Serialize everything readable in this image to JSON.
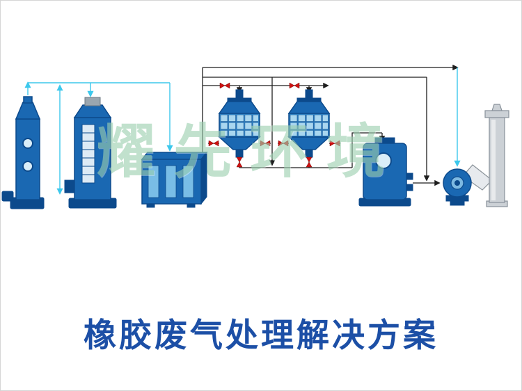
{
  "page": {
    "background": "#ffffff",
    "border_color": "#d5d5d5"
  },
  "watermark": {
    "text": "耀先环境"
  },
  "title": {
    "text": "橡胶废气处理解决方案"
  },
  "colors": {
    "equipment_blue": "#1a68b2",
    "equipment_dark": "#0c4a8c",
    "panel_light": "#79bde6",
    "band_blue": "#2e7fc0",
    "grid_light": "#a9d6ef",
    "pipe_cyan": "#3cc8ec",
    "pipe_black": "#1e1e1e",
    "valve_red": "#cf1111",
    "chimney_gray": "#ccd1d6",
    "watermark_green": "#9ccfb0",
    "title_blue": "#1c4fa6"
  },
  "equipment": [
    {
      "name": "spray-tower"
    },
    {
      "name": "packing-tower"
    },
    {
      "name": "uv-photolysis-box"
    },
    {
      "name": "adsorber-tank-1"
    },
    {
      "name": "adsorber-tank-2"
    },
    {
      "name": "water-tank"
    },
    {
      "name": "centrifugal-fan"
    },
    {
      "name": "exhaust-chimney"
    }
  ]
}
